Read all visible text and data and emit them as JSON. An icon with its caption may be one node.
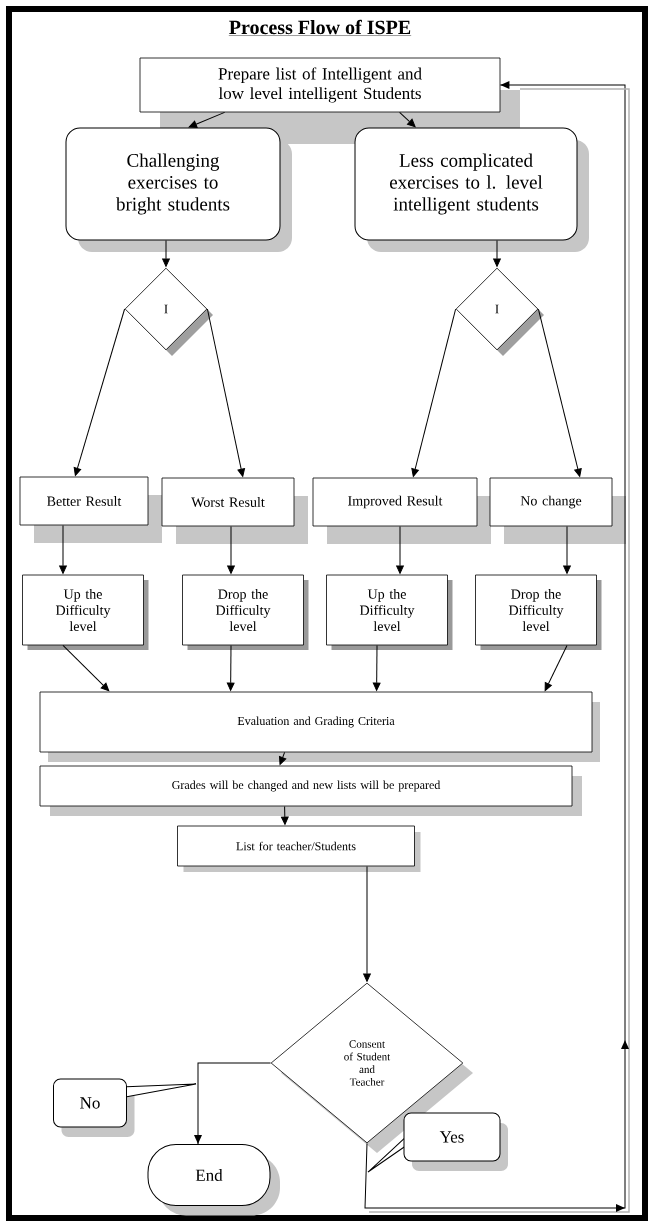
{
  "diagram": {
    "title": "Process Flow of ISPE",
    "nodes": [
      {
        "text": [
          "Prepare list of Intelligent and low level intelligent Students"
        ]
      },
      {
        "text": [
          "Challenging exercises to bright students"
        ]
      },
      {
        "text": [
          "Less complicated exercises to l. level intelligent students"
        ]
      },
      {
        "text": [
          "I"
        ]
      },
      {
        "text": [
          "I"
        ]
      },
      {
        "text": [
          "Better Result"
        ]
      },
      {
        "text": [
          "Worst Result"
        ]
      },
      {
        "text": [
          "Improved Result"
        ]
      },
      {
        "text": [
          "No change"
        ]
      },
      {
        "text": [
          "Up the Difficulty level"
        ]
      },
      {
        "text": [
          "Drop the Difficulty level"
        ]
      },
      {
        "text": [
          "Up the Difficulty level"
        ]
      },
      {
        "text": [
          "Drop the Difficulty level"
        ]
      },
      {
        "text": [
          "Evaluation and Grading Criteria"
        ]
      },
      {
        "text": [
          "Grades will be changed and new lists will be prepared"
        ]
      },
      {
        "text": [
          "List for teacher/Students"
        ]
      },
      {
        "text": [
          "Consent of Student and Teacher"
        ]
      },
      {
        "text": [
          "No"
        ]
      },
      {
        "text": [
          "Yes"
        ]
      },
      {
        "text": [
          "End"
        ]
      }
    ],
    "edges": [
      {
        "from": 0,
        "to": 1,
        "arrow": "to"
      },
      {
        "from": 0,
        "to": 2,
        "arrow": "to"
      },
      {
        "from": 1,
        "to": 3,
        "arrow": "to"
      },
      {
        "from": 2,
        "to": 4,
        "arrow": "to"
      },
      {
        "from": 3,
        "to": 5,
        "arrow": "to"
      },
      {
        "from": 3,
        "to": 6,
        "arrow": "to"
      },
      {
        "from": 4,
        "to": 7,
        "arrow": "to"
      },
      {
        "from": 4,
        "to": 8,
        "arrow": "to"
      },
      {
        "from": 5,
        "to": 9,
        "arrow": "to"
      },
      {
        "from": 6,
        "to": 10,
        "arrow": "to"
      },
      {
        "from": 7,
        "to": 11,
        "arrow": "to"
      },
      {
        "from": 8,
        "to": 12,
        "arrow": "to"
      },
      {
        "from": 9,
        "to": 13,
        "arrow": "to"
      },
      {
        "from": 10,
        "to": 13,
        "arrow": "to"
      },
      {
        "from": 11,
        "to": 13,
        "arrow": "to"
      },
      {
        "from": 12,
        "to": 13,
        "arrow": "to"
      },
      {
        "from": 13,
        "to": 14,
        "arrow": "to"
      },
      {
        "from": 14,
        "to": 15,
        "arrow": "to"
      },
      {
        "from": 15,
        "to": 16,
        "arrow": "to"
      },
      {
        "from": 16,
        "to": 19,
        "arrow": "to"
      },
      {
        "from": 16,
        "to": 0,
        "arrow": "to"
      }
    ]
  }
}
